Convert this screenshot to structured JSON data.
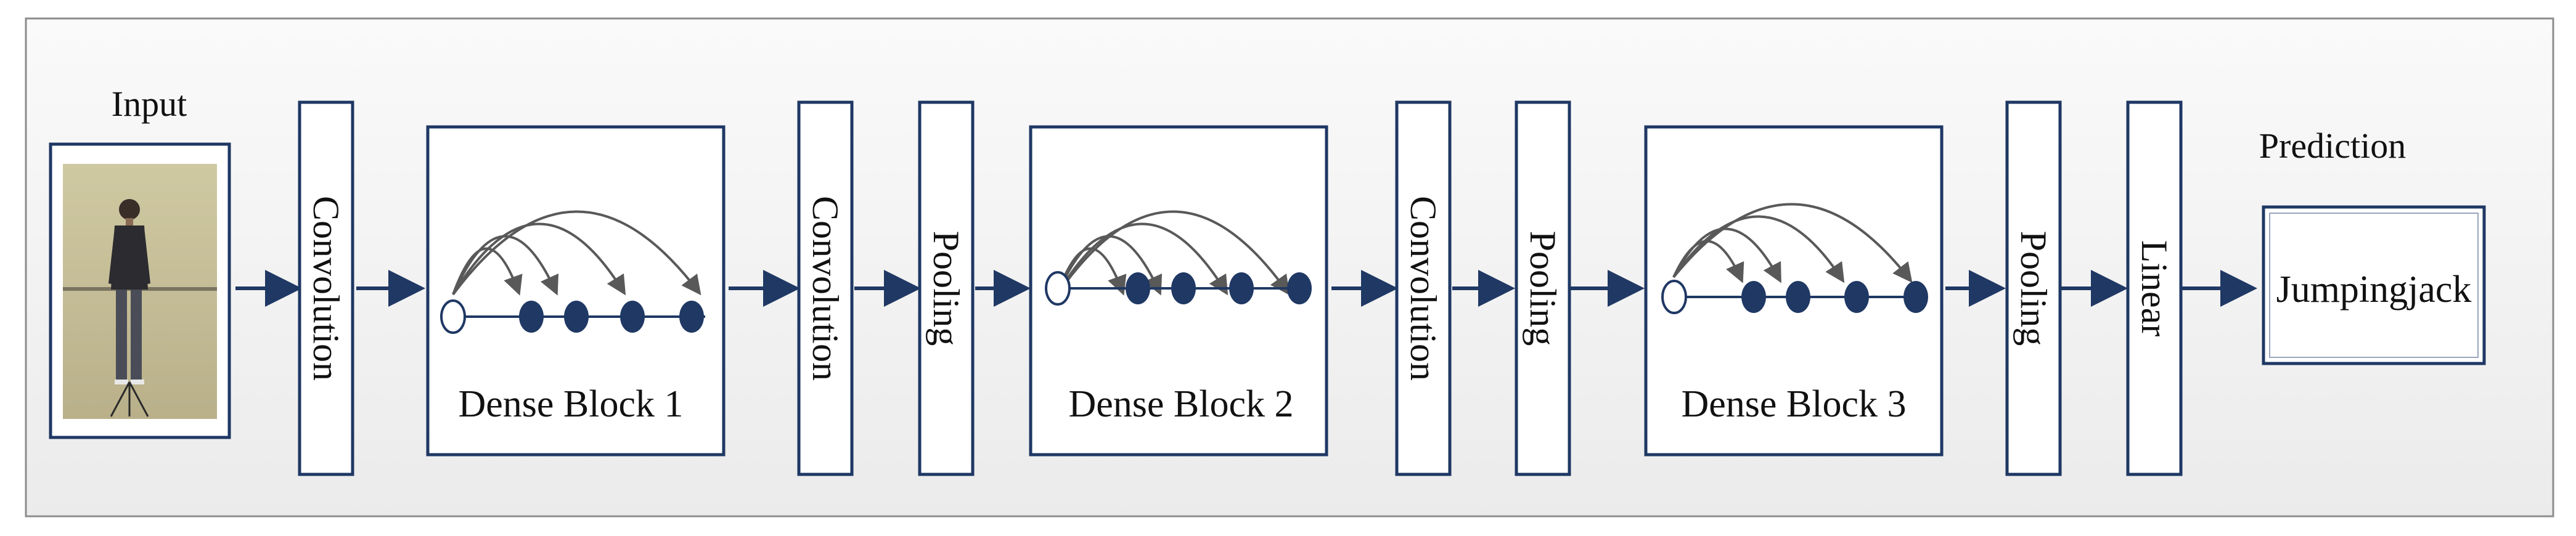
{
  "labels": {
    "input": "Input",
    "prediction": "Prediction",
    "prediction_value": "Jumpingjack"
  },
  "layers": [
    {
      "name": "conv1",
      "label": "Convolution"
    },
    {
      "name": "dense1",
      "label": "Dense Block 1"
    },
    {
      "name": "conv2",
      "label": "Convolution"
    },
    {
      "name": "pool1",
      "label": "Pooling"
    },
    {
      "name": "dense2",
      "label": "Dense Block 2"
    },
    {
      "name": "conv3",
      "label": "Convolution"
    },
    {
      "name": "pool2",
      "label": "Pooling"
    },
    {
      "name": "dense3",
      "label": "Dense Block 3"
    },
    {
      "name": "pool3",
      "label": "Pooling"
    },
    {
      "name": "linear",
      "label": "Linear"
    }
  ],
  "colors": {
    "accent": "#1f3864",
    "node_fill": "#1f3864",
    "arc": "#595959",
    "border": "#7f7f7f",
    "frame_bg": "#f2f2f2"
  },
  "input_image": {
    "icon": "person-photo-icon"
  }
}
